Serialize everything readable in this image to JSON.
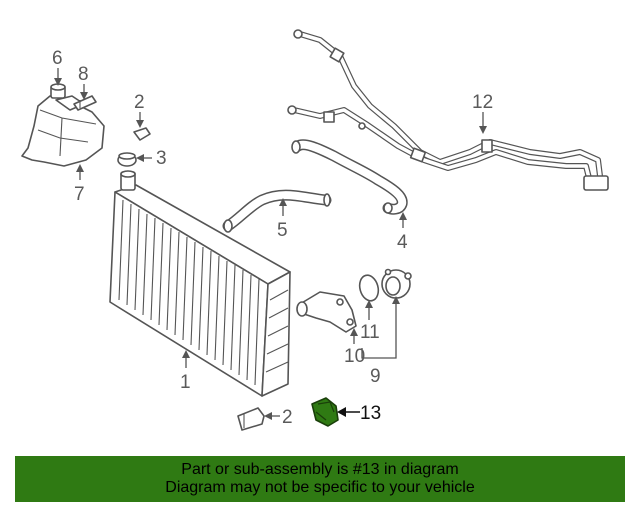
{
  "callouts": {
    "c1": "1",
    "c2_top": "2",
    "c2_bottom": "2",
    "c3": "3",
    "c4": "4",
    "c5": "5",
    "c6": "6",
    "c7": "7",
    "c8": "8",
    "c9": "9",
    "c10": "10",
    "c11": "11",
    "c12": "12",
    "c13": "13"
  },
  "highlight_color": "#2f7a13",
  "highlighted_part": "13",
  "banner": {
    "line1": "Part or sub-assembly is #13 in diagram",
    "line2": "Diagram may not be specific to your vehicle"
  }
}
